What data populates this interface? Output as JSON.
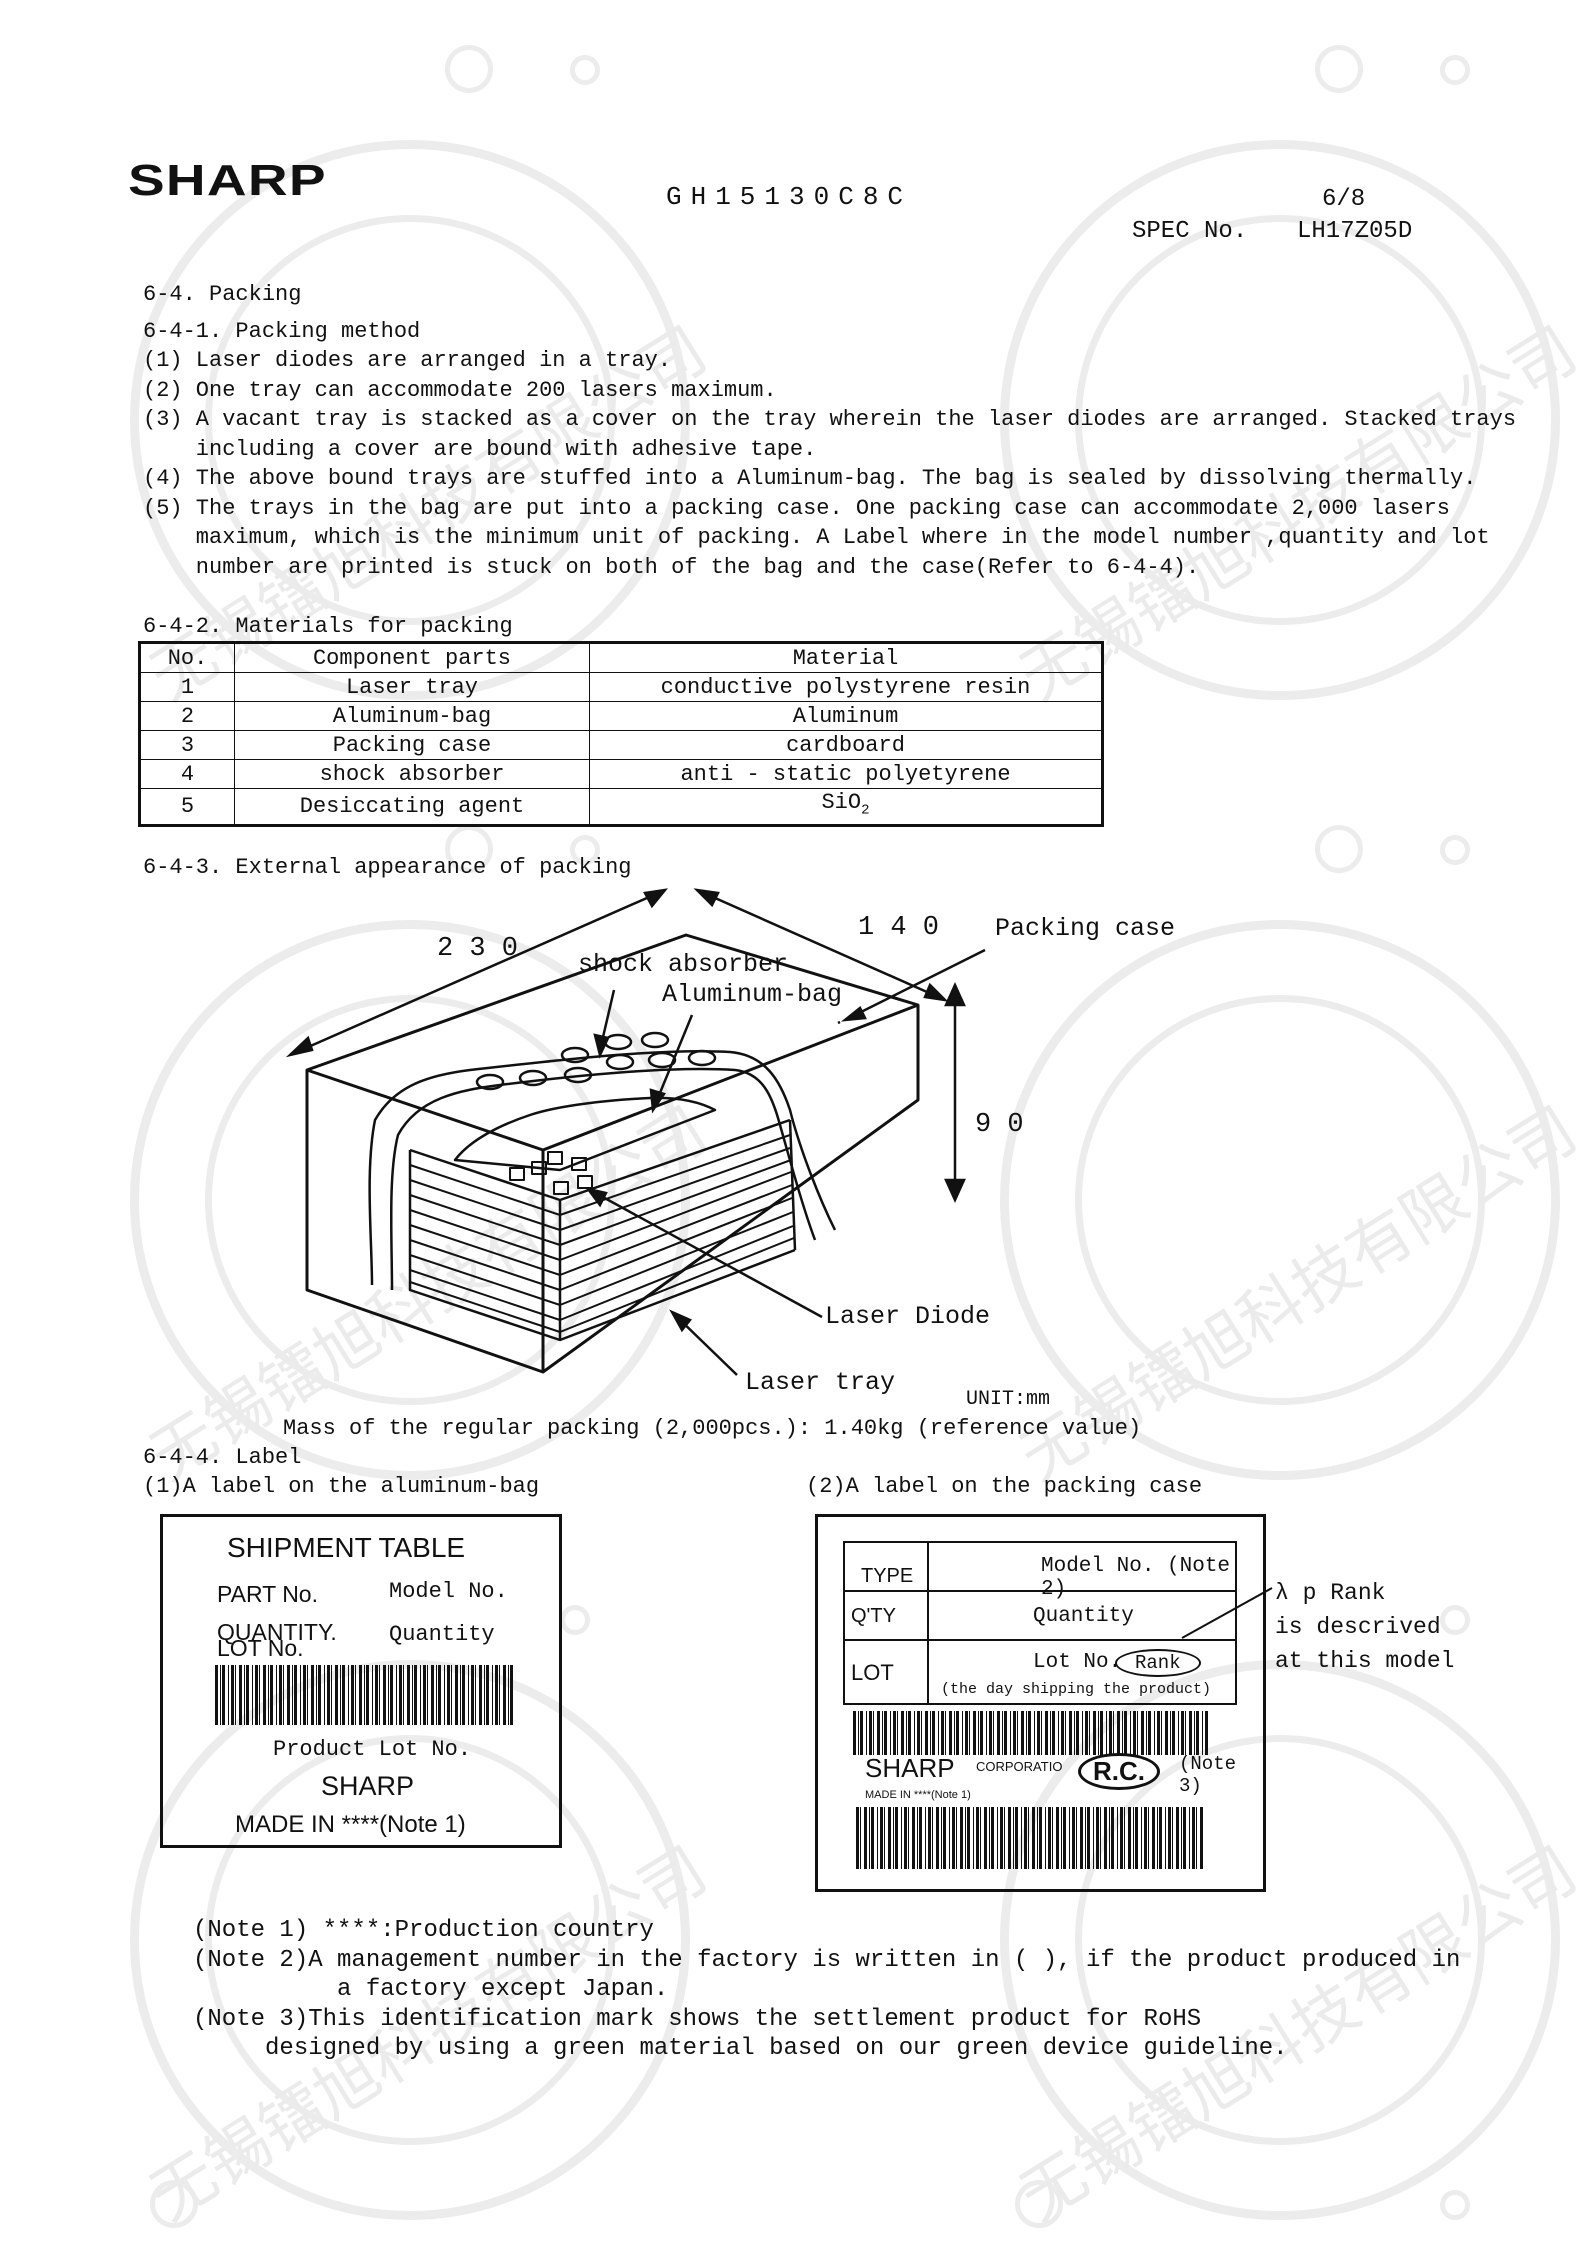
{
  "header": {
    "brand": "SHARP",
    "model": "GH15130C8C",
    "page": "6/8",
    "spec_label": "SPEC No.",
    "spec_no": "LH17Z05D"
  },
  "watermark_text": "无锡镭旭科技有限公司",
  "section_packing": {
    "title": "6-4. Packing",
    "method_title": "6-4-1. Packing method",
    "method_items": [
      "(1) Laser diodes are arranged in a tray.",
      "(2) One tray can accommodate 200 lasers maximum.",
      "(3) A vacant tray is stacked as a cover on the tray wherein the laser diodes are arranged. Stacked trays",
      "    including a cover are bound with adhesive tape.",
      "(4) The above bound trays are stuffed into a Aluminum-bag. The bag is sealed by dissolving thermally.",
      "(5) The trays in the bag are put into a packing case. One packing case can accommodate 2,000 lasers",
      "    maximum, which is the minimum unit of packing. A Label where in the model number ,quantity and lot",
      "    number are printed is stuck on both of the bag and the case(Refer to 6-4-4)."
    ]
  },
  "materials": {
    "title": "6-4-2. Materials for packing",
    "headers": [
      "No.",
      "Component parts",
      "Material"
    ],
    "rows": [
      [
        "1",
        "Laser tray",
        "conductive polystyrene resin"
      ],
      [
        "2",
        "Aluminum-bag",
        "Aluminum"
      ],
      [
        "3",
        "Packing case",
        "cardboard"
      ],
      [
        "4",
        "shock absorber",
        "anti - static polyetyrene"
      ],
      [
        "5",
        "Desiccating agent",
        "SiO"
      ]
    ],
    "sio_sub": "2"
  },
  "appearance": {
    "title": "6-4-3. External appearance of packing",
    "dim_230": "2 3 0",
    "dim_140": "1 4 0",
    "dim_90": "9 0",
    "label_packing_case": "Packing case",
    "label_shock_absorber": "shock absorber",
    "label_aluminum_bag": "Aluminum-bag",
    "label_laser_diode": "Laser Diode",
    "label_laser_tray": "Laser tray",
    "unit": "UNIT:mm",
    "mass": "Mass of the regular packing (2,000pcs.): 1.40kg (reference value)"
  },
  "label_section": {
    "title": "6-4-4. Label",
    "bag_title": "(1)A label on the aluminum-bag",
    "case_title": "(2)A label on the packing case",
    "bag_label": {
      "heading": "SHIPMENT TABLE",
      "part_no": "PART No.",
      "part_val": "Model No.",
      "quantity": "QUANTITY.",
      "lot_no": "LOT No.",
      "qty_val": "Quantity",
      "product_lot": "Product Lot No.",
      "sharp": "SHARP",
      "made_in": "MADE IN ****(Note 1)"
    },
    "case_label": {
      "type": "TYPE",
      "type_val": "Model No. (Note 2)",
      "qty": "Q'TY",
      "qty_val": "Quantity",
      "lot": "LOT",
      "lot_val": "Lot No.",
      "rank": "Rank",
      "shipping": "(the day shipping the product)",
      "sharp": "SHARP",
      "corporation": "CORPORATIO",
      "rc": "R.C.",
      "note3": "(Note 3)",
      "made_in": "MADE IN ****(Note 1)"
    },
    "rank_note": [
      "λ p Rank",
      "is descrived",
      "at this model"
    ]
  },
  "notes": [
    "(Note 1) ****:Production country",
    "(Note 2)A management number in the factory is written in ( ), if the product produced in",
    "          a factory except Japan.",
    "(Note 3)This identification mark shows the settlement product for RoHS",
    "     designed by using a green material based on our green device guideline."
  ]
}
